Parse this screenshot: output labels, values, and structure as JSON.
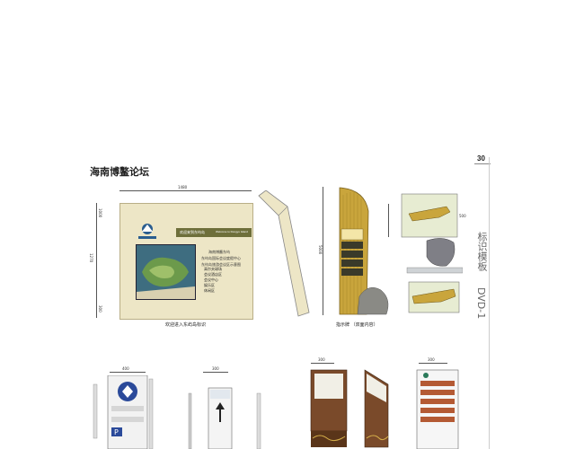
{
  "title": "海南博鳌论坛",
  "side_label": {
    "number": "30",
    "text": "标识模板",
    "code": "DVD-1"
  },
  "main_board": {
    "dim_width": "1480",
    "dim_height_total": "1270",
    "dim_height_top": "1000",
    "dim_height_bottom": "300",
    "header_left": "欢迎来到东屿岛",
    "header_right": "Welcome to Dongyu Island",
    "banner_lines": [
      "海南博鳌东屿",
      "东屿岛国际会议度假中心",
      "东屿岛旅游会议区示意图"
    ],
    "legend": [
      "高尔夫球场",
      "会议酒店区",
      "会议中心",
      "娱乐区",
      "休闲区"
    ],
    "caption": "欢迎进入东屿岛标识"
  },
  "shaped_sign": {
    "dim": "5000",
    "caption": "指示牌 （双面内容）"
  },
  "detail": {
    "dim": "500"
  },
  "bottom": {
    "dim_a": "400",
    "dim_b": "300",
    "dim_c": "300",
    "dim_d": "300"
  },
  "colors": {
    "board": "#ede6c6",
    "header": "#6e6f3a",
    "gold": "#c9a53c",
    "wood": "#7a4a2a"
  }
}
